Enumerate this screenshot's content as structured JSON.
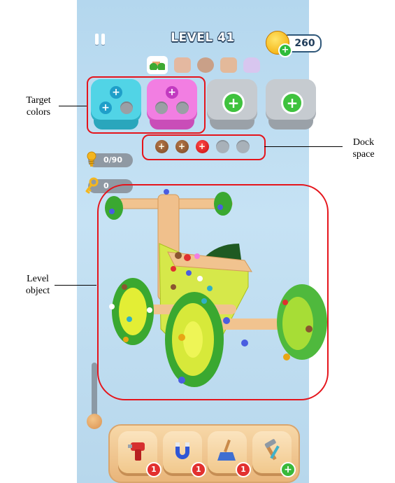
{
  "hud": {
    "level": "LEVEL 41",
    "coins": "260"
  },
  "stages": [
    {
      "icon": "tricycle-icon",
      "active": true
    },
    {
      "icon": "box-icon"
    },
    {
      "icon": "bear-icon"
    },
    {
      "icon": "crate-icon"
    },
    {
      "icon": "bunny-icon"
    }
  ],
  "target_boxes": [
    {
      "color": "#51d4e6",
      "screws": [
        "+",
        "+"
      ],
      "state": "cyan"
    },
    {
      "color": "#f27ee2",
      "screws": [
        "+"
      ],
      "state": "pink"
    },
    {
      "state": "locked"
    },
    {
      "state": "locked"
    }
  ],
  "dock_slots": [
    {
      "color": "#8b5530",
      "symbol": "+"
    },
    {
      "color": "#8b5530",
      "symbol": "+"
    },
    {
      "color": "#e01515",
      "symbol": "+"
    },
    {
      "color": null
    },
    {
      "color": null
    }
  ],
  "counters": {
    "screws": "0/90",
    "keys": "0"
  },
  "boosters": [
    {
      "icon": "drill-icon",
      "badge": "1"
    },
    {
      "icon": "magnet-icon",
      "badge": "1"
    },
    {
      "icon": "broom-icon",
      "badge": "1"
    },
    {
      "icon": "hammer-wrench-icon",
      "badge": "+"
    }
  ],
  "annotations": {
    "target_colors": [
      "Target",
      "colors"
    ],
    "dock_space": [
      "Dock",
      "space"
    ],
    "level_object": [
      "Level",
      "object"
    ]
  },
  "colors": {
    "annotation_red": "#e5141b",
    "accent_green": "#3fc23e"
  }
}
